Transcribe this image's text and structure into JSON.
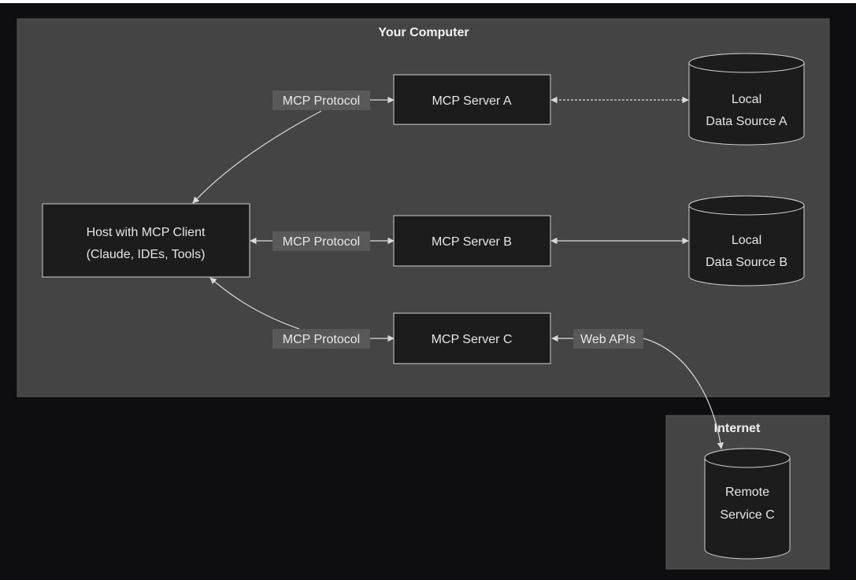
{
  "groups": {
    "computer": {
      "title": "Your Computer"
    },
    "internet": {
      "title": "Internet"
    }
  },
  "nodes": {
    "host": {
      "line1": "Host with MCP Client",
      "line2": "(Claude, IDEs, Tools)"
    },
    "server_a": {
      "label": "MCP Server A"
    },
    "server_b": {
      "label": "MCP Server B"
    },
    "server_c": {
      "label": "MCP Server C"
    },
    "data_a": {
      "line1": "Local",
      "line2": "Data Source A"
    },
    "data_b": {
      "line1": "Local",
      "line2": "Data Source B"
    },
    "remote_c": {
      "line1": "Remote",
      "line2": "Service C"
    }
  },
  "edges": {
    "host_a": {
      "label": "MCP Protocol"
    },
    "host_b": {
      "label": "MCP Protocol"
    },
    "host_c": {
      "label": "MCP Protocol"
    },
    "c_remote": {
      "label": "Web APIs"
    }
  },
  "colors": {
    "background": "#0e0e10",
    "group_fill": "#444444",
    "node_fill": "#1c1c1c",
    "node_stroke": "#cfcfcf",
    "label_bg": "#595959"
  }
}
